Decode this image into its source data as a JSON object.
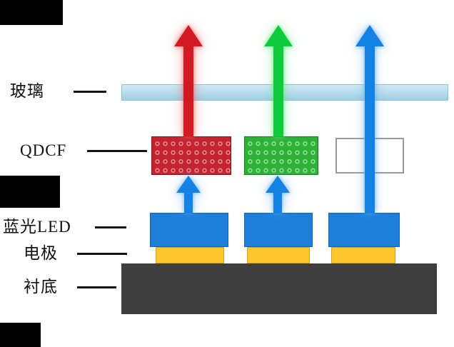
{
  "labels": {
    "glass": "玻璃",
    "qdcf": "QDCF",
    "blue_led": "蓝光LED",
    "electrode": "电极",
    "substrate": "衬底"
  },
  "columns": [
    {
      "subpixel": "red",
      "qdcf_film": "red-quantum-dot-dots",
      "output_arrow": "red"
    },
    {
      "subpixel": "green",
      "qdcf_film": "green-quantum-dot-dots",
      "output_arrow": "green"
    },
    {
      "subpixel": "blue",
      "qdcf_film": "empty-transparent-window",
      "output_arrow": "blue"
    }
  ],
  "colors": {
    "glass": "#b5dcec",
    "led_blue": "#1d7fd9",
    "electrode_yellow": "#ffc62e",
    "substrate": "#3e3e3e",
    "arrow_red": "#d31a22",
    "arrow_green": "#0ecb3c",
    "arrow_blue": "#1482e4",
    "qdcf_red": "#c32430",
    "qdcf_green": "#2db237"
  }
}
